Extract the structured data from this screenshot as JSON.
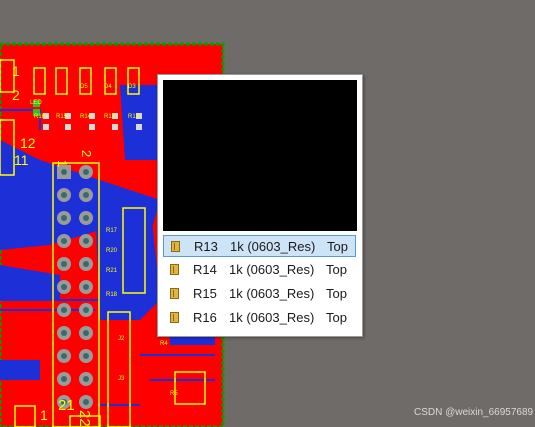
{
  "window": {
    "background": "#6f6b69"
  },
  "board": {
    "colors": {
      "top_copper": "#ff0000",
      "bottom_copper": "#1d2fd6",
      "silkscreen": "#ffff00",
      "pad": "#9a9a9a",
      "board_edge": "#00a000"
    },
    "header_labels": {
      "pin1": "1",
      "pin2": "2",
      "pin21": "21",
      "pin22": "22",
      "left_a": "1",
      "left_b": "2",
      "left_c": "12",
      "left_d": "11",
      "left_e": "1"
    },
    "component_labels": [
      "R16",
      "R15",
      "R14",
      "R13",
      "R12",
      "LED",
      "D5",
      "D4",
      "D3",
      "R17",
      "R20",
      "R21",
      "R18",
      "J2",
      "J3",
      "R4",
      "R5"
    ]
  },
  "popup": {
    "preview_color": "#000000",
    "items": [
      {
        "designator": "R13",
        "comment": "1k (0603_Res)",
        "layer": "Top",
        "selected": true
      },
      {
        "designator": "R14",
        "comment": "1k (0603_Res)",
        "layer": "Top",
        "selected": false
      },
      {
        "designator": "R15",
        "comment": "1k (0603_Res)",
        "layer": "Top",
        "selected": false
      },
      {
        "designator": "R16",
        "comment": "1k (0603_Res)",
        "layer": "Top",
        "selected": false
      }
    ]
  },
  "watermark": "CSDN @weixin_66957689"
}
